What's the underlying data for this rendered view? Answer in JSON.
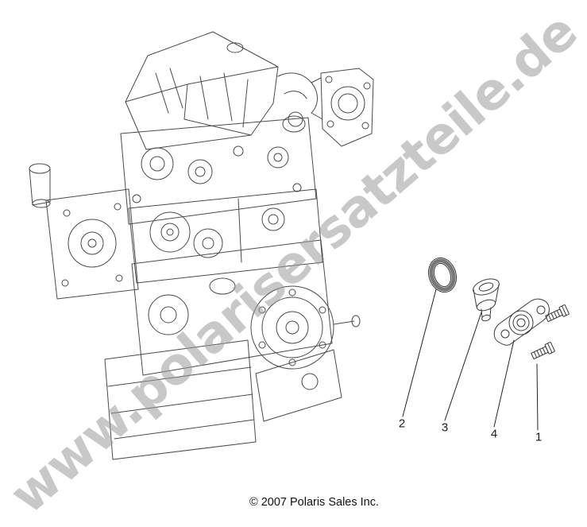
{
  "watermark": {
    "text": "www.polarisersatzteile.de"
  },
  "footer": {
    "copyright": "© 2007 Polaris Sales Inc."
  },
  "callouts": [
    {
      "label": "2"
    },
    {
      "label": "3"
    },
    {
      "label": "4"
    },
    {
      "label": "1"
    }
  ],
  "colors": {
    "background": "#ffffff",
    "watermark": "#9c9c9c",
    "line": "#474747",
    "callout": "#1a1a1a"
  }
}
